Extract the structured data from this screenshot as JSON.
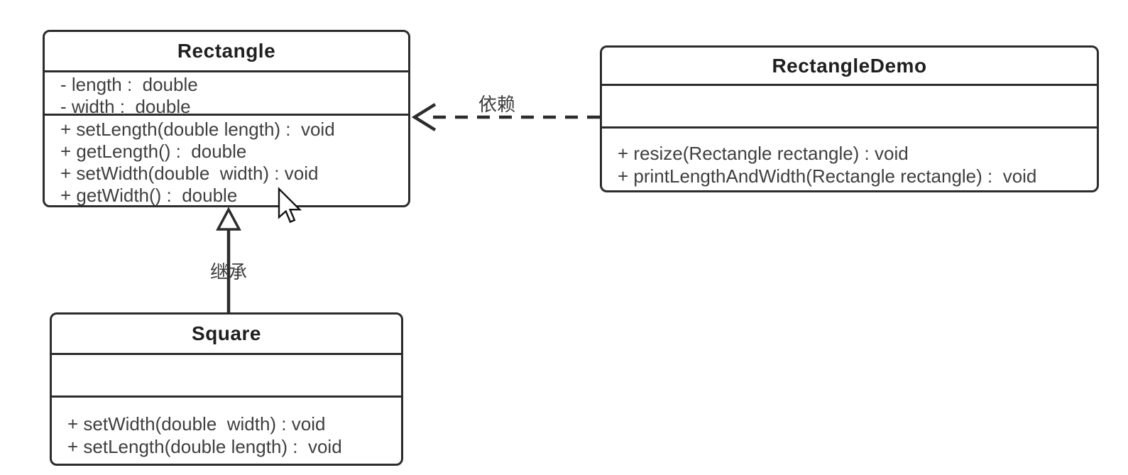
{
  "classes": [
    {
      "name": "Rectangle",
      "attributes": [
        "- length :  double",
        "- width :  double"
      ],
      "methods": [
        "+ setLength(double length) :  void",
        "+ getLength() :  double",
        "+ setWidth(double  width) : void",
        "+ getWidth() :  double"
      ]
    },
    {
      "name": "RectangleDemo",
      "attributes": [],
      "methods": [
        "+ resize(Rectangle rectangle) : void",
        "+ printLengthAndWidth(Rectangle rectangle) :  void"
      ]
    },
    {
      "name": "Square",
      "attributes": [],
      "methods": [
        "+ setWidth(double  width) : void",
        "+ setLength(double length) :  void"
      ]
    }
  ],
  "relations": [
    {
      "type": "dependency",
      "label": "依赖",
      "from": "RectangleDemo",
      "to": "Rectangle",
      "line_style": "dashed",
      "arrowhead": "open"
    },
    {
      "type": "inheritance",
      "label": "继承",
      "from": "Square",
      "to": "Rectangle",
      "line_style": "solid",
      "arrowhead": "hollow-triangle"
    }
  ],
  "colors": {
    "line": "#2c2c2c",
    "member_text": "#3f3f3f",
    "title_text": "#1f1f1f",
    "background": "#ffffff"
  }
}
